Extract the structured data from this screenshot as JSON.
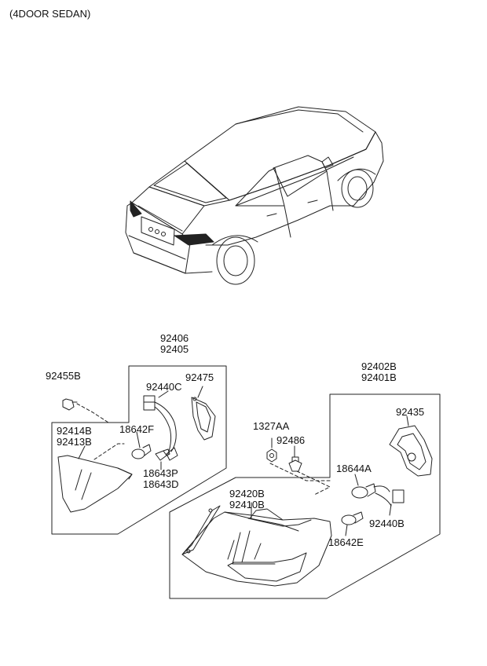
{
  "header": {
    "title": "(4DOOR SEDAN)"
  },
  "parts": {
    "p92406": "92406",
    "p92405": "92405",
    "p92455B": "92455B",
    "p92440C": "92440C",
    "p92475": "92475",
    "p92414B": "92414B",
    "p92413B": "92413B",
    "p18642F": "18642F",
    "p18643P": "18643P",
    "p18643D": "18643D",
    "p92402B": "92402B",
    "p92401B": "92401B",
    "p92435": "92435",
    "p1327AA": "1327AA",
    "p92486": "92486",
    "p18644A": "18644A",
    "p92420B": "92420B",
    "p92410B": "92410B",
    "p92440B": "92440B",
    "p18642E": "18642E"
  }
}
